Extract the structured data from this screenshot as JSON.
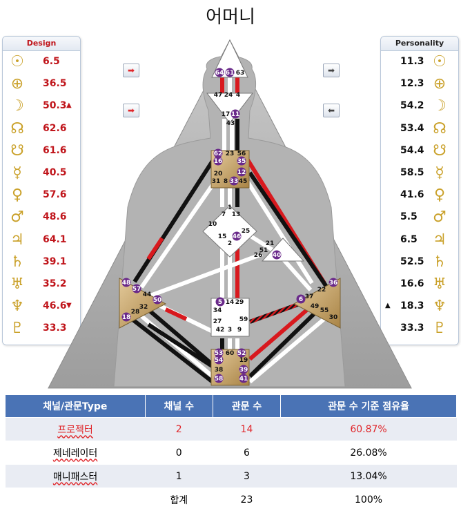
{
  "title": "어머니",
  "design": {
    "header": "Design",
    "rows": [
      {
        "icon": "sun-icon",
        "glyph": "☉",
        "value": "6.5",
        "mark": ""
      },
      {
        "icon": "earth-icon",
        "glyph": "⊕",
        "value": "36.5",
        "mark": ""
      },
      {
        "icon": "moon-icon",
        "glyph": "☽",
        "value": "50.3",
        "mark": "▲"
      },
      {
        "icon": "north-node-icon",
        "glyph": "☊",
        "value": "62.6",
        "mark": ""
      },
      {
        "icon": "south-node-icon",
        "glyph": "☋",
        "value": "61.6",
        "mark": ""
      },
      {
        "icon": "mercury-icon",
        "glyph": "☿",
        "value": "40.5",
        "mark": ""
      },
      {
        "icon": "venus-icon",
        "glyph": "♀",
        "value": "57.6",
        "mark": ""
      },
      {
        "icon": "mars-icon",
        "glyph": "♂",
        "value": "48.6",
        "mark": ""
      },
      {
        "icon": "jupiter-icon",
        "glyph": "♃",
        "value": "64.1",
        "mark": ""
      },
      {
        "icon": "saturn-icon",
        "glyph": "♄",
        "value": "39.1",
        "mark": ""
      },
      {
        "icon": "uranus-icon",
        "glyph": "♅",
        "value": "35.2",
        "mark": ""
      },
      {
        "icon": "neptune-icon",
        "glyph": "♆",
        "value": "46.6",
        "mark": "▼"
      },
      {
        "icon": "pluto-icon",
        "glyph": "♇",
        "value": "33.3",
        "mark": ""
      }
    ]
  },
  "personality": {
    "header": "Personality",
    "rows": [
      {
        "icon": "sun-icon",
        "glyph": "☉",
        "value": "11.3",
        "mark": ""
      },
      {
        "icon": "earth-icon",
        "glyph": "⊕",
        "value": "12.3",
        "mark": ""
      },
      {
        "icon": "moon-icon",
        "glyph": "☽",
        "value": "54.2",
        "mark": ""
      },
      {
        "icon": "north-node-icon",
        "glyph": "☊",
        "value": "53.4",
        "mark": ""
      },
      {
        "icon": "south-node-icon",
        "glyph": "☋",
        "value": "54.4",
        "mark": ""
      },
      {
        "icon": "mercury-icon",
        "glyph": "☿",
        "value": "58.5",
        "mark": ""
      },
      {
        "icon": "venus-icon",
        "glyph": "♀",
        "value": "41.6",
        "mark": ""
      },
      {
        "icon": "mars-icon",
        "glyph": "♂",
        "value": "5.5",
        "mark": ""
      },
      {
        "icon": "jupiter-icon",
        "glyph": "♃",
        "value": "6.5",
        "mark": ""
      },
      {
        "icon": "saturn-icon",
        "glyph": "♄",
        "value": "52.5",
        "mark": ""
      },
      {
        "icon": "uranus-icon",
        "glyph": "♅",
        "value": "16.6",
        "mark": ""
      },
      {
        "icon": "neptune-icon",
        "glyph": "♆",
        "value": "18.3",
        "mark": "▲"
      },
      {
        "icon": "pluto-icon",
        "glyph": "♇",
        "value": "33.3",
        "mark": ""
      }
    ]
  },
  "colors": {
    "design_red": "#c0151b",
    "center_gold": "#c9a865",
    "active_gate": "#6a2a8a",
    "channel_red": "#d8191e",
    "channel_black": "#111111",
    "table_header": "#4a73b5"
  },
  "gates": {
    "head": [
      "64",
      "61",
      "63"
    ],
    "ajna": [
      "47",
      "24",
      "4",
      "17",
      "11",
      "43"
    ],
    "throat": [
      "62",
      "23",
      "56",
      "16",
      "35",
      "20",
      "12",
      "31",
      "8",
      "33",
      "45"
    ],
    "g": [
      "1",
      "7",
      "13",
      "10",
      "25",
      "15",
      "46",
      "2"
    ],
    "heart": [
      "21",
      "51",
      "26",
      "40"
    ],
    "spleen": [
      "48",
      "57",
      "44",
      "50",
      "32",
      "28",
      "18"
    ],
    "solar_plexus": [
      "36",
      "22",
      "37",
      "6",
      "49",
      "55",
      "30"
    ],
    "sacral": [
      "5",
      "14",
      "29",
      "34",
      "27",
      "42",
      "3",
      "9",
      "59"
    ],
    "root": [
      "53",
      "60",
      "52",
      "54",
      "19",
      "38",
      "39",
      "58",
      "41"
    ]
  },
  "table": {
    "headers": [
      "채널/관문Type",
      "채널 수",
      "관문 수",
      "관문 수 기준 점유율"
    ],
    "rows": [
      {
        "type": "프로젝터",
        "channels": "2",
        "gates": "14",
        "share": "60.87%"
      },
      {
        "type": "제네레이터",
        "channels": "0",
        "gates": "6",
        "share": "26.08%"
      },
      {
        "type": "매니패스터",
        "channels": "1",
        "gates": "3",
        "share": "13.04%"
      }
    ],
    "total_label": "합계",
    "total_gates": "23",
    "total_share": "100%"
  }
}
